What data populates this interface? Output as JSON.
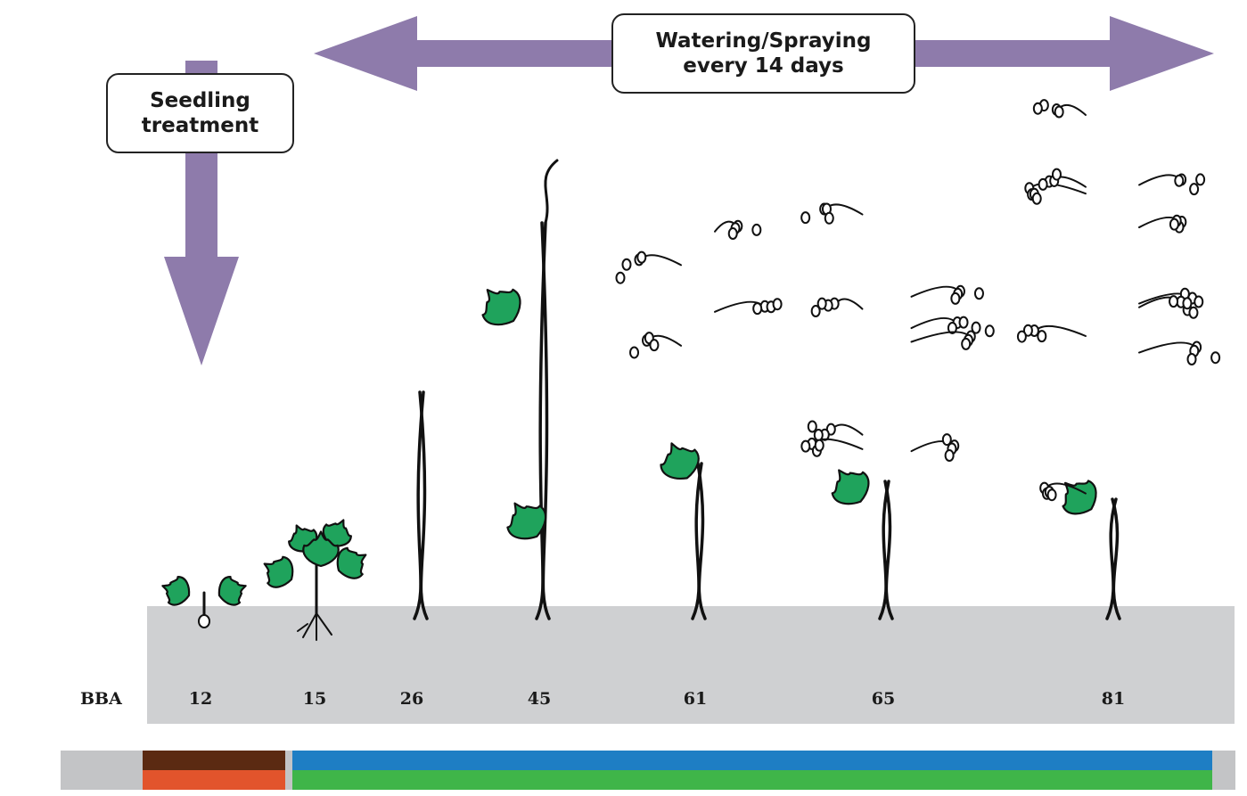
{
  "boxes": {
    "seedling_treatment": [
      "Seedling",
      "treatment"
    ],
    "watering_spraying": [
      "Watering/Spraying",
      "every 14 days"
    ]
  },
  "scale_label": "BBA",
  "stages": [
    {
      "code": "12",
      "form": "seedling"
    },
    {
      "code": "15",
      "form": "young-plant"
    },
    {
      "code": "26",
      "form": "small-vine"
    },
    {
      "code": "45",
      "form": "medium-vine"
    },
    {
      "code": "61",
      "form": "large-vine"
    },
    {
      "code": "65",
      "form": "flowering-vine"
    },
    {
      "code": "81",
      "form": "fruiting-vine"
    }
  ],
  "colors": {
    "arrow": "#8e7bab",
    "leaf": "#1fa35c",
    "leaf_outline": "#111111",
    "soil": "#cfd0d2",
    "bar_gray": "#c3c4c6",
    "bar_brown": "#5b2a12",
    "bar_red": "#e2542c",
    "bar_blue": "#1e7ec4",
    "bar_green": "#3fb549"
  }
}
